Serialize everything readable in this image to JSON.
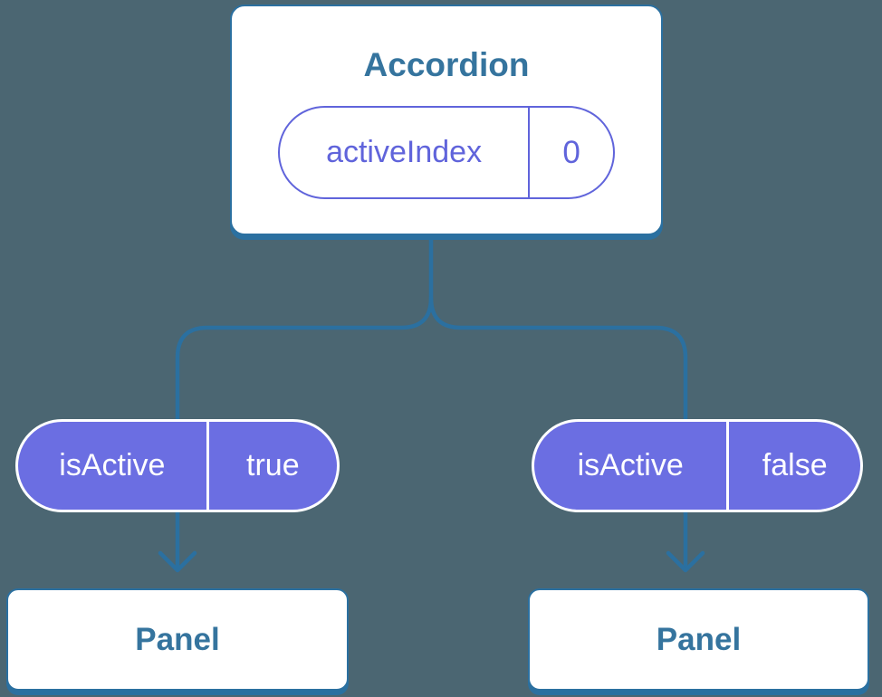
{
  "colors": {
    "background": "#4B6672",
    "connector_blue": "#2B70A0",
    "node_text_blue": "#35749E",
    "pill_purple_fill": "#6B6EE2",
    "pill_purple_outline": "#6064DB",
    "pill_text_white": "#FFFFFF",
    "node_fill": "#FFFFFF"
  },
  "diagram": {
    "root": {
      "title": "Accordion",
      "state_pill": {
        "name": "activeIndex",
        "value": "0"
      }
    },
    "children": [
      {
        "prop_pill": {
          "name": "isActive",
          "value": "true"
        },
        "node": {
          "title": "Panel"
        }
      },
      {
        "prop_pill": {
          "name": "isActive",
          "value": "false"
        },
        "node": {
          "title": "Panel"
        }
      }
    ]
  }
}
